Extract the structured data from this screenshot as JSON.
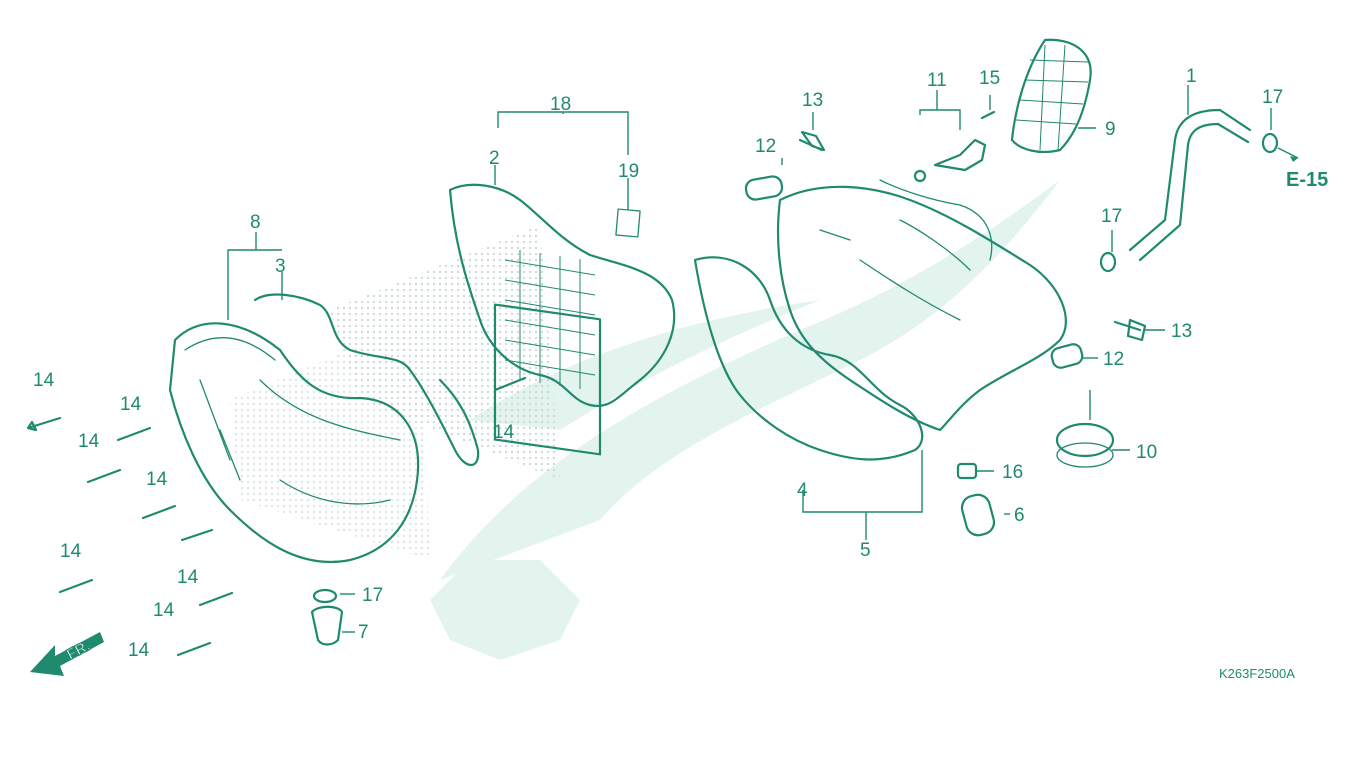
{
  "diagram": {
    "code": "K263F2500A",
    "direction_label": "FR.",
    "reference": "E-15",
    "colors": {
      "line": "#1f8a6e",
      "watermark": "#e3f3ee",
      "dots": "#c9d8d2",
      "background": "#ffffff"
    },
    "callouts": {
      "p1": "1",
      "p2": "2",
      "p3": "3",
      "p4": "4",
      "p5": "5",
      "p6": "6",
      "p7": "7",
      "p8": "8",
      "p9": "9",
      "p10": "10",
      "p11": "11",
      "p12": "12",
      "p13": "13",
      "p14": "14",
      "p15": "15",
      "p16": "16",
      "p17": "17",
      "p18": "18",
      "p19": "19"
    }
  }
}
